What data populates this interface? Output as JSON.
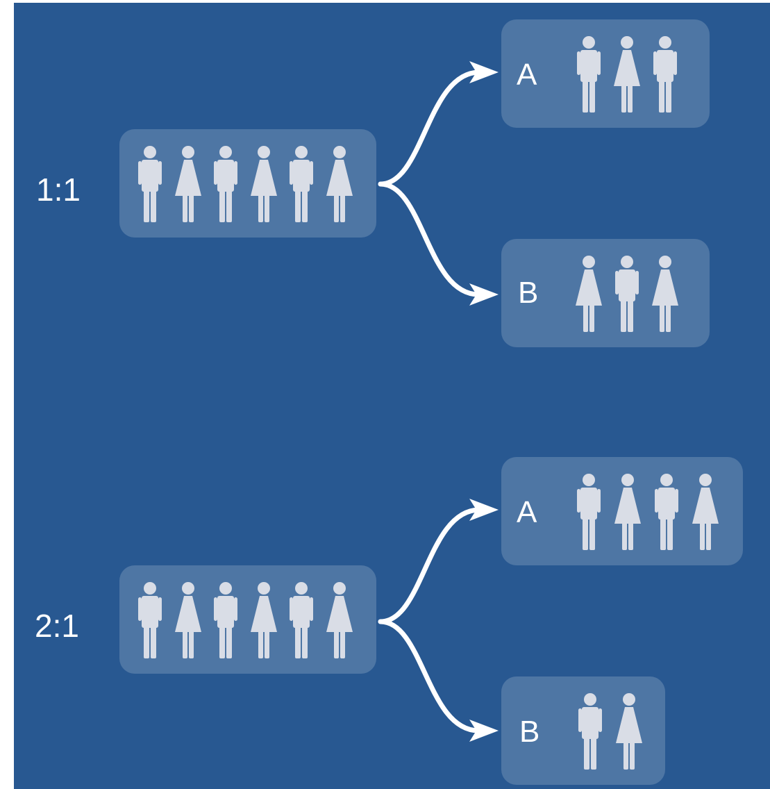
{
  "colors": {
    "background": "#285891",
    "box": "#ffffff2e",
    "person": "#d9dde6",
    "arrow": "#ffffff"
  },
  "sections": [
    {
      "ratio": "1:1",
      "source_people": [
        "male",
        "female",
        "male",
        "female",
        "male",
        "female"
      ],
      "groups": [
        {
          "label": "A",
          "people": [
            "male",
            "female",
            "male"
          ]
        },
        {
          "label": "B",
          "people": [
            "female",
            "male",
            "female"
          ]
        }
      ]
    },
    {
      "ratio": "2:1",
      "source_people": [
        "male",
        "female",
        "male",
        "female",
        "male",
        "female"
      ],
      "groups": [
        {
          "label": "A",
          "people": [
            "male",
            "female",
            "male",
            "female"
          ]
        },
        {
          "label": "B",
          "people": [
            "male",
            "female"
          ]
        }
      ]
    }
  ]
}
